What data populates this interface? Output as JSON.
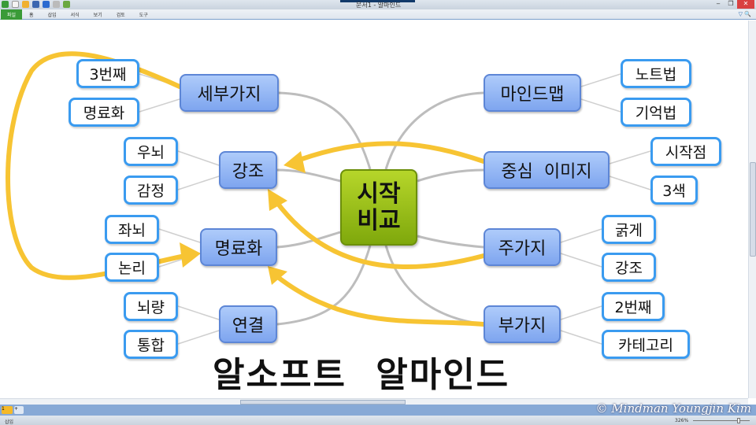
{
  "window": {
    "title": "문서1 - 알마인드",
    "minimize": "‒",
    "restore": "❐",
    "close": "✕"
  },
  "ribbon": {
    "tabs": [
      "파일",
      "홈",
      "삽입",
      "서식",
      "보기",
      "검토",
      "도구"
    ]
  },
  "map": {
    "center": "시작\n비교",
    "left_branches": [
      {
        "label": "세부가지",
        "children": [
          "3번째",
          "명료화"
        ]
      },
      {
        "label": "강조",
        "children": [
          "우뇌",
          "감정"
        ]
      },
      {
        "label": "명료화",
        "children": [
          "좌뇌",
          "논리"
        ]
      },
      {
        "label": "연결",
        "children": [
          "뇌량",
          "통합"
        ]
      }
    ],
    "right_branches": [
      {
        "label": "마인드맵",
        "children": [
          "노트법",
          "기억법"
        ]
      },
      {
        "label": "중심  이미지",
        "children": [
          "시작점",
          "3색"
        ]
      },
      {
        "label": "주가지",
        "children": [
          "굵게",
          "강조"
        ]
      },
      {
        "label": "부가지",
        "children": [
          "2번째",
          "카테고리"
        ]
      }
    ],
    "title": "알소프트 알마인드",
    "colors": {
      "arrow": "#f7c433",
      "connector": "#bdbdbd",
      "leaf_border": "#3a9bf0"
    }
  },
  "sheets": {
    "current": "1"
  },
  "watermark": "© Mindman Youngjin Kim",
  "status": {
    "mode": "삽입",
    "zoom": "326%"
  }
}
